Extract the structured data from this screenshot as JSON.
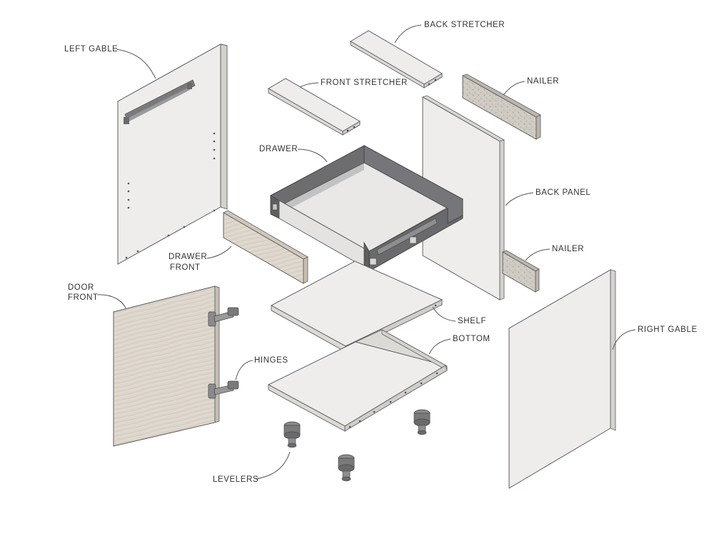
{
  "colors": {
    "panel_fill": "#eeedeb",
    "panel_edge": "#d9d7d3",
    "outline": "#5f5f5f",
    "drawer_steel": "#6d6d6f",
    "wood_fill": "#ddd6cc",
    "nailer_fill": "#cfcac2",
    "hardware": "#7a7a7c"
  },
  "labels": {
    "left_gable": "LEFT GABLE",
    "back_stretcher": "BACK STRETCHER",
    "front_stretcher": "FRONT STRETCHER",
    "nailer_top": "NAILER",
    "drawer": "DRAWER",
    "back_panel": "BACK PANEL",
    "drawer_front_1": "DRAWER",
    "drawer_front_2": "FRONT",
    "nailer_bottom": "NAILER",
    "door_front_1": "DOOR",
    "door_front_2": "FRONT",
    "shelf": "SHELF",
    "bottom": "BOTTOM",
    "right_gable": "RIGHT GABLE",
    "hinges": "HINGES",
    "levelers": "LEVELERS"
  }
}
